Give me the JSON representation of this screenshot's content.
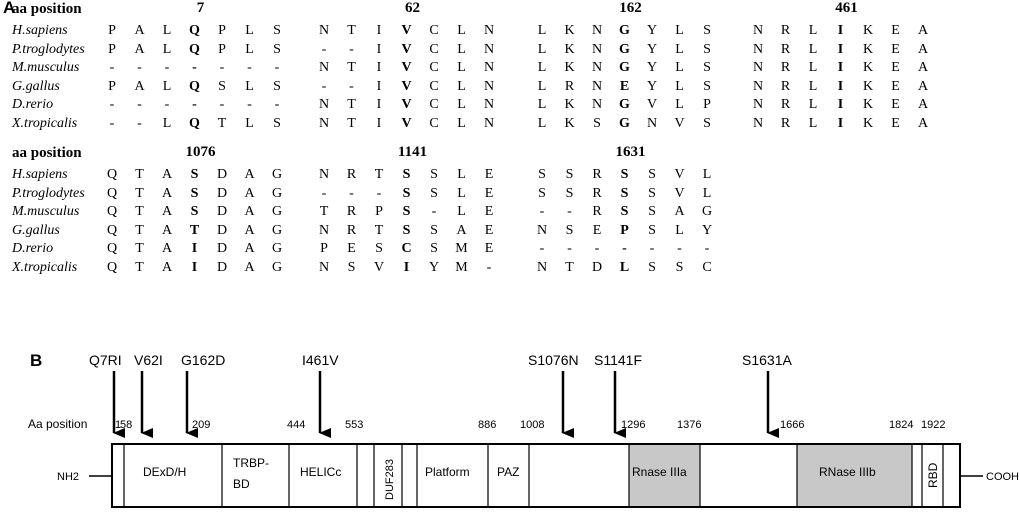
{
  "panel_a": {
    "label": "A",
    "blocks": [
      {
        "header": "aa position",
        "positions": [
          "7",
          "62",
          "162",
          "461"
        ],
        "rows": [
          {
            "species": "H.sapiens",
            "groups": [
              [
                "P",
                "A",
                "L",
                "Q",
                "P",
                "L",
                "S"
              ],
              [
                "N",
                "T",
                "I",
                "V",
                "C",
                "L",
                "N"
              ],
              [
                "L",
                "K",
                "N",
                "G",
                "Y",
                "L",
                "S"
              ],
              [
                "N",
                "R",
                "L",
                "I",
                "K",
                "E",
                "A"
              ]
            ]
          },
          {
            "species": "P.troglodytes",
            "groups": [
              [
                "P",
                "A",
                "L",
                "Q",
                "P",
                "L",
                "S"
              ],
              [
                "-",
                "-",
                "I",
                "V",
                "C",
                "L",
                "N"
              ],
              [
                "L",
                "K",
                "N",
                "G",
                "Y",
                "L",
                "S"
              ],
              [
                "N",
                "R",
                "L",
                "I",
                "K",
                "E",
                "A"
              ]
            ]
          },
          {
            "species": "M.musculus",
            "groups": [
              [
                "-",
                "-",
                "-",
                "-",
                "-",
                "-",
                "-"
              ],
              [
                "N",
                "T",
                "I",
                "V",
                "C",
                "L",
                "N"
              ],
              [
                "L",
                "K",
                "N",
                "G",
                "Y",
                "L",
                "S"
              ],
              [
                "N",
                "R",
                "L",
                "I",
                "K",
                "E",
                "A"
              ]
            ]
          },
          {
            "species": "G.gallus",
            "groups": [
              [
                "P",
                "A",
                "L",
                "Q",
                "S",
                "L",
                "S"
              ],
              [
                "-",
                "-",
                "I",
                "V",
                "C",
                "L",
                "N"
              ],
              [
                "L",
                "R",
                "N",
                "E",
                "Y",
                "L",
                "S"
              ],
              [
                "N",
                "R",
                "L",
                "I",
                "K",
                "E",
                "A"
              ]
            ]
          },
          {
            "species": "D.rerio",
            "groups": [
              [
                "-",
                "-",
                "-",
                "-",
                "-",
                "-",
                "-"
              ],
              [
                "N",
                "T",
                "I",
                "V",
                "C",
                "L",
                "N"
              ],
              [
                "L",
                "K",
                "N",
                "G",
                "V",
                "L",
                "P"
              ],
              [
                "N",
                "R",
                "L",
                "I",
                "K",
                "E",
                "A"
              ]
            ]
          },
          {
            "species": "X.tropicalis",
            "groups": [
              [
                "-",
                "-",
                "L",
                "Q",
                "T",
                "L",
                "S"
              ],
              [
                "N",
                "T",
                "I",
                "V",
                "C",
                "L",
                "N"
              ],
              [
                "L",
                "K",
                "S",
                "G",
                "N",
                "V",
                "S"
              ],
              [
                "N",
                "R",
                "L",
                "I",
                "K",
                "E",
                "A"
              ]
            ]
          }
        ]
      },
      {
        "header": "aa position",
        "positions": [
          "1076",
          "1141",
          "1631"
        ],
        "rows": [
          {
            "species": "H.sapiens",
            "groups": [
              [
                "Q",
                "T",
                "A",
                "S",
                "D",
                "A",
                "G"
              ],
              [
                "N",
                "R",
                "T",
                "S",
                "S",
                "L",
                "E"
              ],
              [
                "S",
                "S",
                "R",
                "S",
                "S",
                "V",
                "L"
              ]
            ]
          },
          {
            "species": "P.troglodytes",
            "groups": [
              [
                "Q",
                "T",
                "A",
                "S",
                "D",
                "A",
                "G"
              ],
              [
                "-",
                "-",
                "-",
                "S",
                "S",
                "L",
                "E"
              ],
              [
                "S",
                "S",
                "R",
                "S",
                "S",
                "V",
                "L"
              ]
            ]
          },
          {
            "species": "M.musculus",
            "groups": [
              [
                "Q",
                "T",
                "A",
                "S",
                "D",
                "A",
                "G"
              ],
              [
                "T",
                "R",
                "P",
                "S",
                "-",
                "L",
                "E"
              ],
              [
                "-",
                "-",
                "R",
                "S",
                "S",
                "A",
                "G"
              ]
            ]
          },
          {
            "species": "G.gallus",
            "groups": [
              [
                "Q",
                "T",
                "A",
                "T",
                "D",
                "A",
                "G"
              ],
              [
                "N",
                "R",
                "T",
                "S",
                "S",
                "A",
                "E"
              ],
              [
                "N",
                "S",
                "E",
                "P",
                "S",
                "L",
                "Y"
              ]
            ]
          },
          {
            "species": "D.rerio",
            "groups": [
              [
                "Q",
                "T",
                "A",
                "I",
                "D",
                "A",
                "G"
              ],
              [
                "P",
                "E",
                "S",
                "C",
                "S",
                "M",
                "E"
              ],
              [
                "-",
                "-",
                "-",
                "-",
                "-",
                "-",
                "-"
              ]
            ]
          },
          {
            "species": "X.tropicalis",
            "groups": [
              [
                "Q",
                "T",
                "A",
                "I",
                "D",
                "A",
                "G"
              ],
              [
                "N",
                "S",
                "V",
                "I",
                "Y",
                "M",
                "-"
              ],
              [
                "N",
                "T",
                "D",
                "L",
                "S",
                "S",
                "C"
              ]
            ]
          }
        ]
      }
    ]
  },
  "panel_b": {
    "label": "B",
    "position_label": "Aa position",
    "nterm": "NH2",
    "cterm": "COOH",
    "mutations": [
      "Q7RI",
      "V62I",
      "G162D",
      "I461V",
      "S1076N",
      "S1141F",
      "S1631A"
    ],
    "positions": [
      "1",
      "58",
      "209",
      "444",
      "553",
      "886",
      "1008",
      "1296",
      "1376",
      "1666",
      "1824",
      "1922"
    ],
    "domains": [
      {
        "name": "DExD/H",
        "shaded": false
      },
      {
        "name": "TRBP-BD",
        "shaded": false
      },
      {
        "name": "HELICc",
        "shaded": false
      },
      {
        "name": "DUF283",
        "shaded": false
      },
      {
        "name": "Platform",
        "shaded": false
      },
      {
        "name": "PAZ",
        "shaded": false
      },
      {
        "name": "Rnase IIIa",
        "shaded": true
      },
      {
        "name": "RNase IIIb",
        "shaded": true
      },
      {
        "name": "RBD",
        "shaded": false
      }
    ],
    "shade_color": "#c8c8c8"
  }
}
